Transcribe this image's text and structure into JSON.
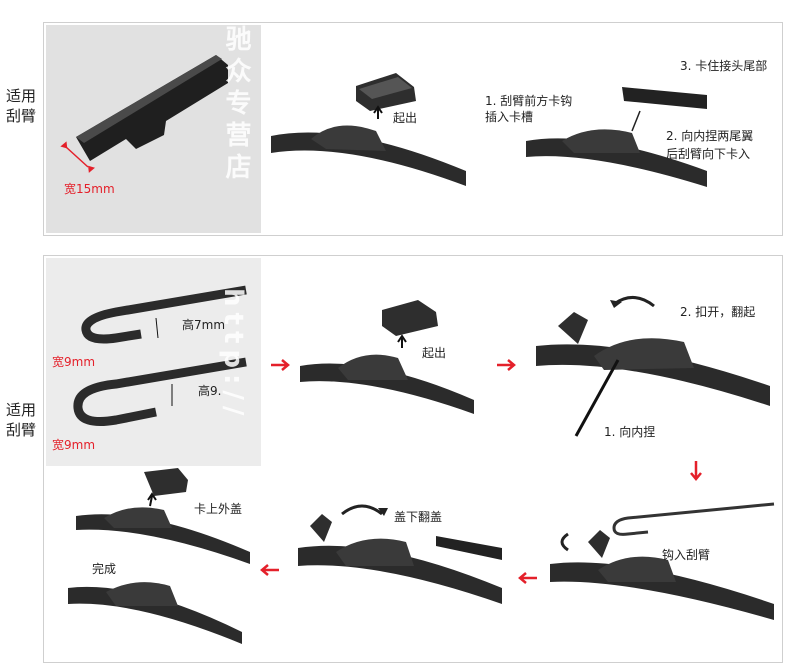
{
  "section1": {
    "side_label": "适用刮臂",
    "width_label": "宽15mm",
    "step1_label": "起出",
    "step2_label1": "1. 刮臂前方卡钩",
    "step2_label1b": "插入卡槽",
    "step2_label2": "2. 向内捏两尾翼",
    "step2_label2b": "后刮臂向下卡入",
    "step2_label3": "3. 卡住接头尾部",
    "watermark": "驰众专营店"
  },
  "section2": {
    "side_label": "适用刮臂",
    "width_label_top": "宽9mm",
    "height_label_top": "高7mm",
    "width_label_bottom": "宽9mm",
    "height_label_bottom": "高9.",
    "step1_label": "起出",
    "step2_label_open": "2. 扣开，翻起",
    "step2_label_pinch": "1. 向内捏",
    "step3_label": "钩入刮臂",
    "step4_label": "盖下翻盖",
    "step5_label_top": "卡上外盖",
    "step5_label_done": "完成",
    "watermark": "http://"
  },
  "colors": {
    "arrow_red": "#e4202a",
    "blade_dark": "#2b2b2b",
    "panel_border": "#cfcfcf"
  }
}
